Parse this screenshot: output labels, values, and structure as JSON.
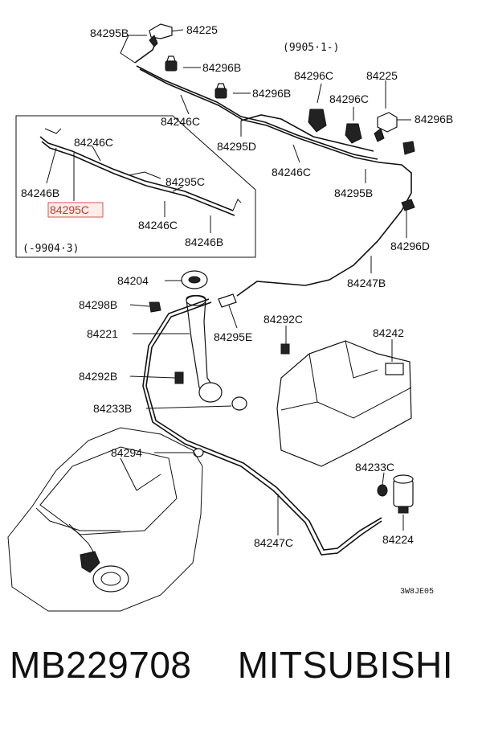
{
  "labels": {
    "p84295B_top": "84295B",
    "p84225_top": "84225",
    "p84296B_a": "84296B",
    "p84296B_b": "84296B",
    "p84246C_a": "84246C",
    "p84295D": "84295D",
    "serial_new": "(9905·1-)",
    "p84296C_a": "84296C",
    "p84225_right": "84225",
    "p84296C_b": "84296C",
    "p84296B_c": "84296B",
    "p84246C_b": "84246C",
    "p84295B_mid": "84295B",
    "p84296D": "84296D",
    "p84247B": "84247B",
    "inset_84246C_a": "84246C",
    "inset_84246B_a": "84246B",
    "inset_84295C_hl": "84295C",
    "inset_84295C": "84295C",
    "inset_84246C_b": "84246C",
    "inset_84246B_b": "84246B",
    "serial_old": "(-9904·3)",
    "p84204": "84204",
    "p84298B": "84298B",
    "p84221": "84221",
    "p84295E": "84295E",
    "p84292C": "84292C",
    "p84242": "84242",
    "p84292B": "84292B",
    "p84233B": "84233B",
    "p84294": "84294",
    "p84233C": "84233C",
    "p84224": "84224",
    "p84247C": "84247C",
    "drawing_code": "3W8JE05"
  },
  "footer": {
    "part_number": "MB229708",
    "brand": "MITSUBISHI"
  },
  "colors": {
    "highlight": "#d9534f",
    "line": "#111111"
  }
}
